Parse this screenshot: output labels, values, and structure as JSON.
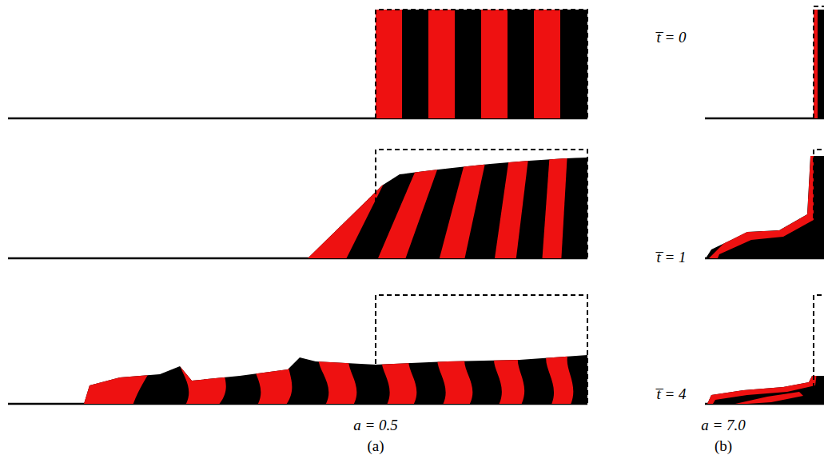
{
  "diagram": {
    "labels": [
      "t̅ = 0",
      "t̅ = 1",
      "t̅ = 4",
      "a = 0.5",
      "(a)",
      "a = 7.0",
      "(b)"
    ]
  }
}
